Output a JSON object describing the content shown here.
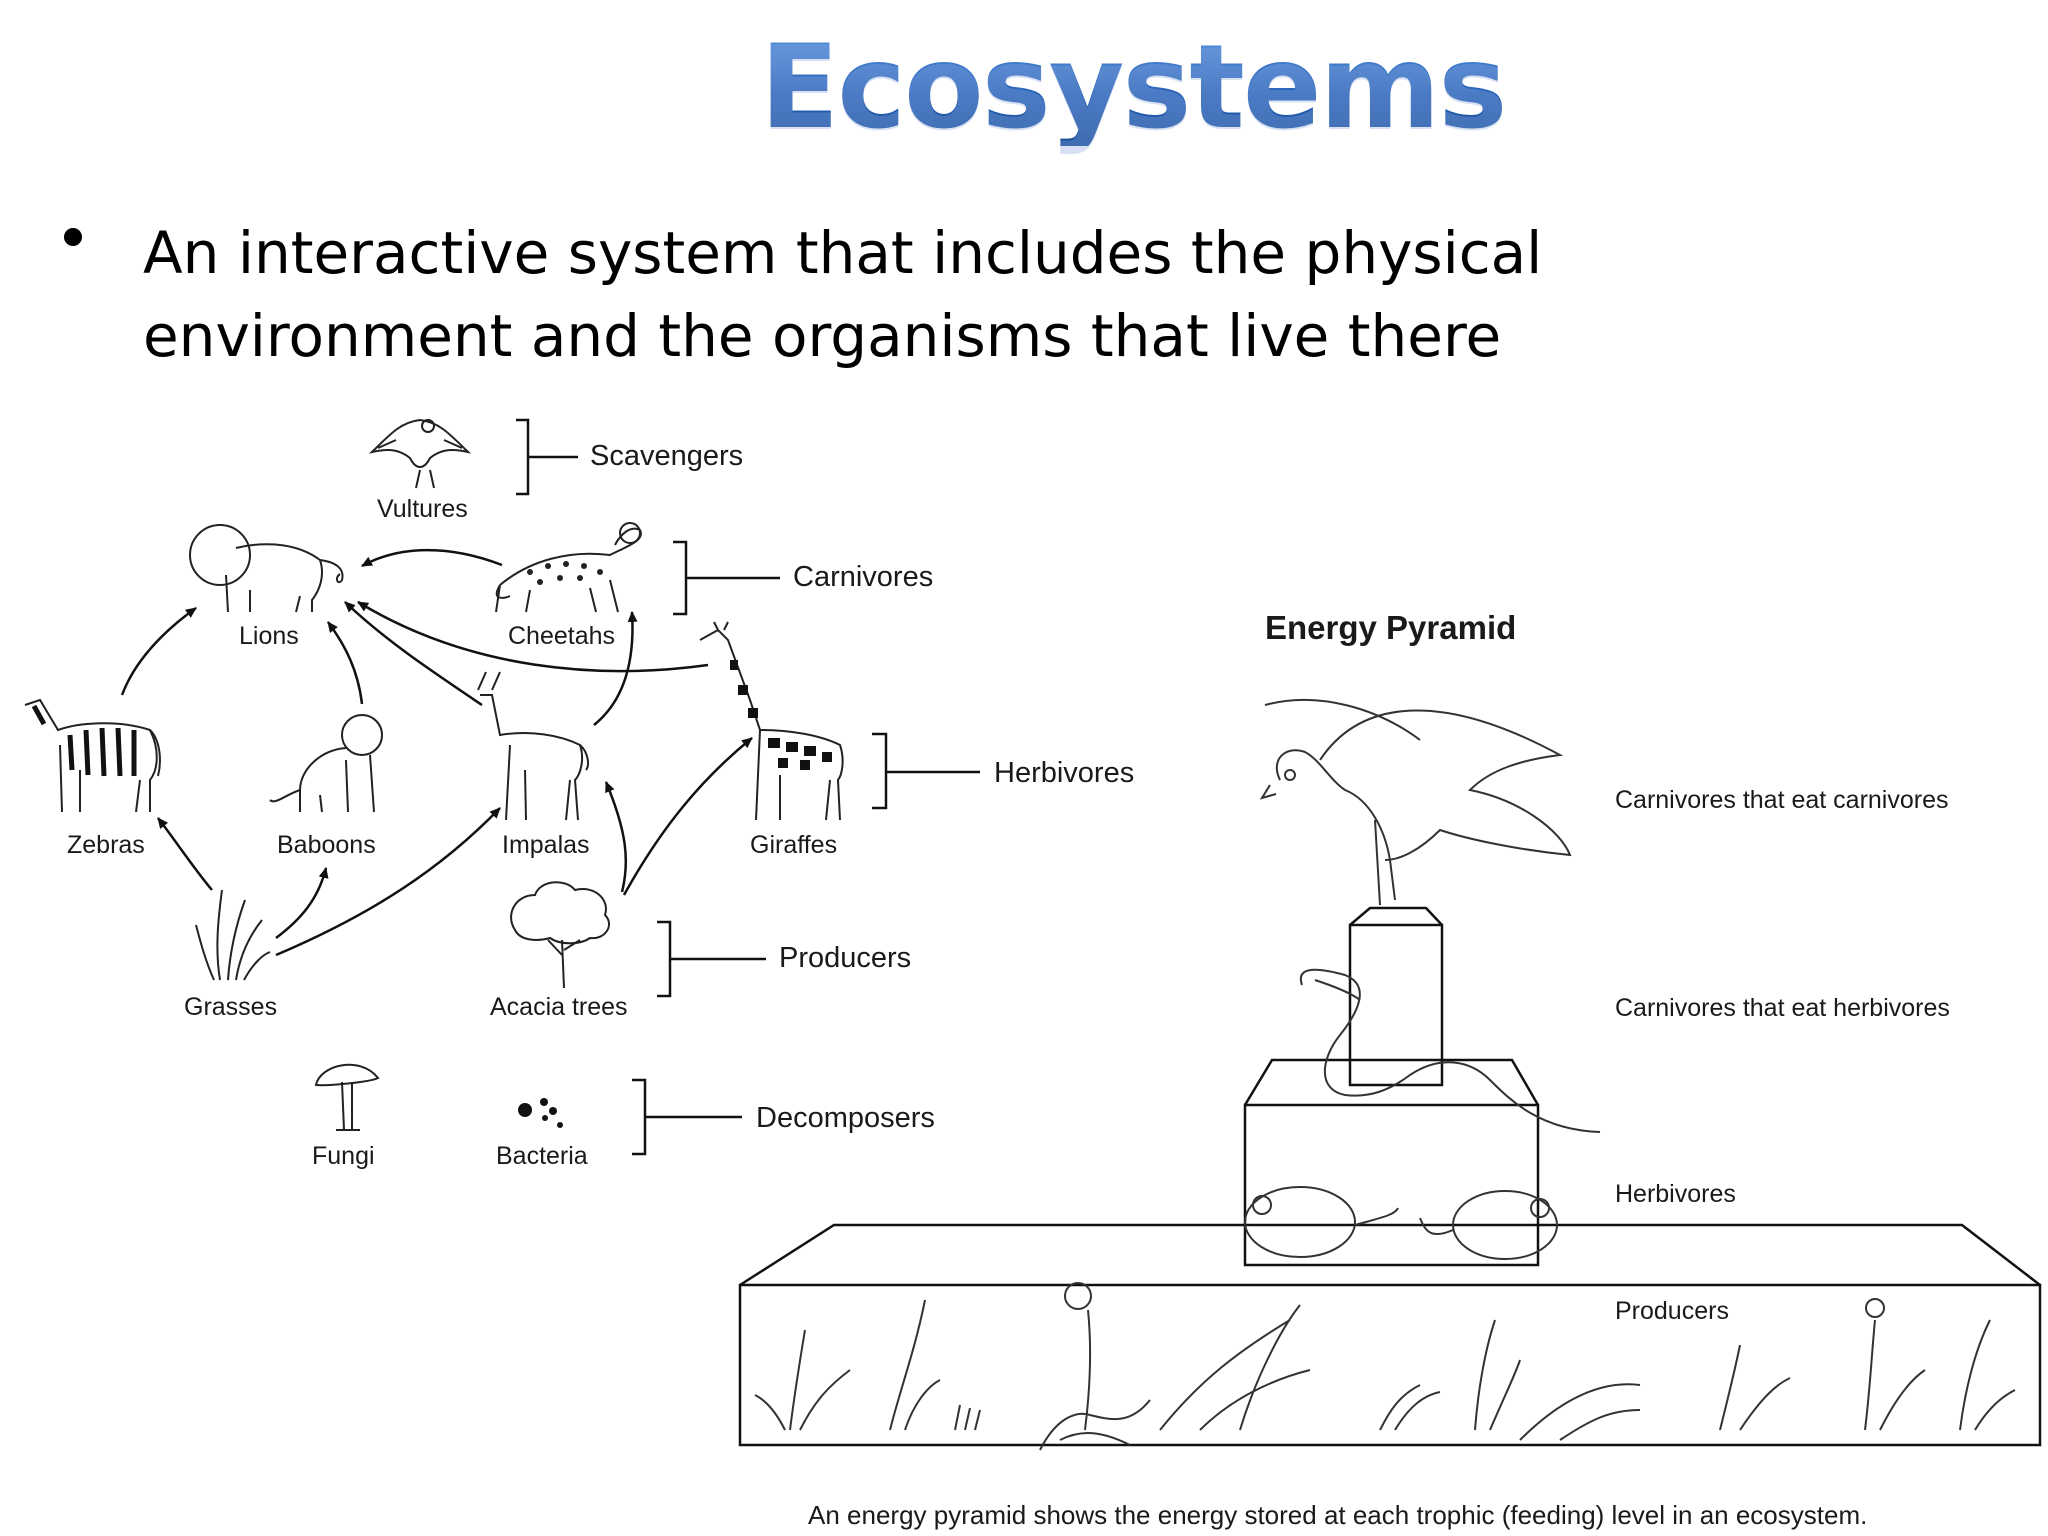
{
  "slide": {
    "title": "Ecosystems",
    "bullet": "An interactive system that includes the physical environment and the organisms that live there"
  },
  "food_web": {
    "organisms": {
      "vultures": "Vultures",
      "lions": "Lions",
      "cheetahs": "Cheetahs",
      "zebras": "Zebras",
      "baboons": "Baboons",
      "impalas": "Impalas",
      "giraffes": "Giraffes",
      "grasses": "Grasses",
      "acacia": "Acacia trees",
      "fungi": "Fungi",
      "bacteria": "Bacteria"
    },
    "groups": {
      "scavengers": "Scavengers",
      "carnivores": "Carnivores",
      "herbivores": "Herbivores",
      "producers": "Producers",
      "decomposers": "Decomposers"
    }
  },
  "energy_pyramid": {
    "heading": "Energy Pyramid",
    "levels": {
      "top": "Carnivores that eat carnivores",
      "second": "Carnivores that eat herbivores",
      "third": "Herbivores",
      "base": "Producers"
    },
    "caption": "An energy pyramid shows the energy stored at each trophic (feeding) level in an ecosystem."
  }
}
